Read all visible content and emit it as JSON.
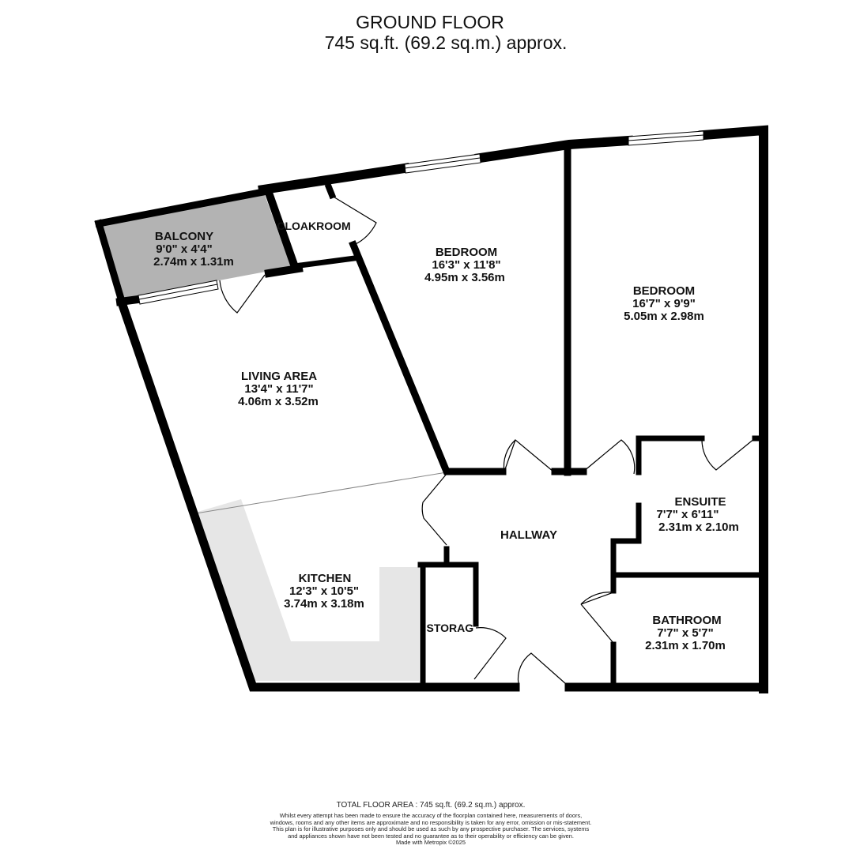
{
  "header": {
    "title": "GROUND FLOOR",
    "subtitle": "745 sq.ft. (69.2 sq.m.) approx."
  },
  "rooms": [
    {
      "name": "BALCONY",
      "imperial": "9'0\"  x 4'4\"",
      "metric": "2.74m  x 1.31m"
    },
    {
      "name": "CLOAKROOM"
    },
    {
      "name": "BEDROOM",
      "imperial": "16'3\"  x 11'8\"",
      "metric": "4.95m  x 3.56m"
    },
    {
      "name": "BEDROOM",
      "imperial": "16'7\"  x 9'9\"",
      "metric": "5.05m  x 2.98m"
    },
    {
      "name": "LIVING AREA",
      "imperial": "13'4\"  x 11'7\"",
      "metric": "4.06m  x 3.52m"
    },
    {
      "name": "HALLWAY"
    },
    {
      "name": "ENSUITE",
      "imperial": "7'7\"  x 6'11\"",
      "metric": "2.31m  x 2.10m"
    },
    {
      "name": "KITCHEN",
      "imperial": "12'3\"  x 10'5\"",
      "metric": "3.74m  x 3.18m"
    },
    {
      "name": "STORAGE"
    },
    {
      "name": "BATHROOM",
      "imperial": "7'7\"  x 5'7\"",
      "metric": "2.31m  x 1.70m"
    }
  ],
  "footer": {
    "total": "TOTAL FLOOR AREA : 745 sq.ft. (69.2 sq.m.) approx.",
    "disclaimer": "Whilst every attempt has been made to ensure the accuracy of the floorplan contained here, measurements of doors, windows, rooms and any other items are approximate and no responsibility is taken for any error, omission or mis-statement. This plan is for illustrative purposes only and should be used as such by any prospective purchaser. The services, systems and appliances shown have not been tested and no guarantee as to their operability or efficiency can be given.",
    "credit": "Made with Metropix ©2025"
  },
  "colors": {
    "wall": "#000000",
    "balcony_fill": "#b3b3b3",
    "kitchen_fill": "#e6e6e6"
  }
}
